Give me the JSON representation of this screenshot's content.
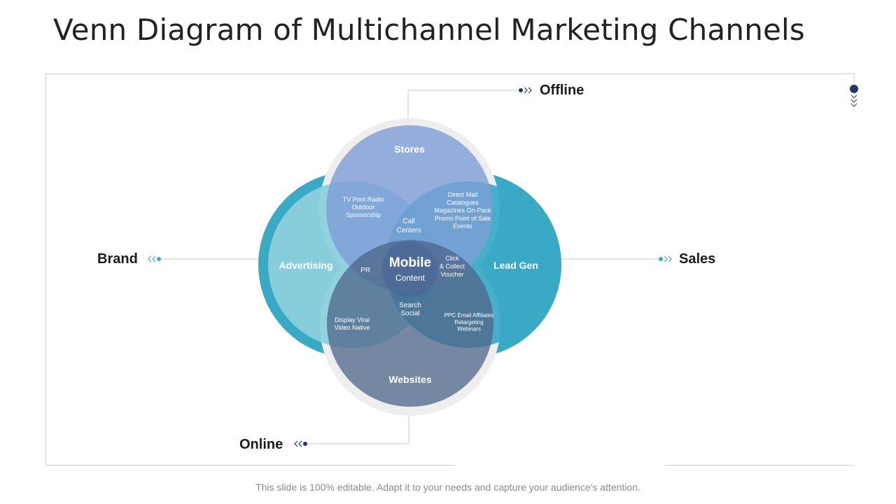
{
  "title": "Venn Diagram of Multichannel Marketing Channels",
  "axis_labels": {
    "offline": "Offline",
    "sales": "Sales",
    "brand": "Brand",
    "online": "Online"
  },
  "circles": {
    "stores": "Stores",
    "advertising": "Advertising",
    "lead_gen": "Lead Gen",
    "websites": "Websites"
  },
  "center": {
    "title": "Mobile",
    "subtitle": "Content"
  },
  "overlaps": {
    "tv_print": [
      "TV Print Radio",
      "Outdoor",
      "Sponsorship"
    ],
    "direct_mail": [
      "Direct Mail",
      "Catalogues",
      "Magazines  On-Pack",
      "Promo Point of Sale",
      "Events"
    ],
    "call_centers": [
      "Call",
      "Centers"
    ],
    "pr": [
      "PR"
    ],
    "click_collect": [
      "Click",
      "& Collect",
      "Voucher"
    ],
    "search_social": [
      "Search",
      "Social"
    ],
    "display_viral": [
      "Display Viral",
      "Video Native"
    ],
    "ppc": [
      "PPC Email Affiliates",
      "Retargeting",
      "Webinars"
    ]
  },
  "footer": "This slide is 100% editable.  Adapt it to your needs and capture your audience's attention.",
  "colors": {
    "outer_ring_teal": "#3aa9c4",
    "outer_ring_grey": "#eeeeee",
    "stores": "#8eaadb",
    "advertising": "#8ccfdc",
    "lead_gen": "#3aa9c7",
    "websites": "#6a7c9b",
    "center": "#3c5c8c",
    "accent_navy": "#1f3864"
  }
}
